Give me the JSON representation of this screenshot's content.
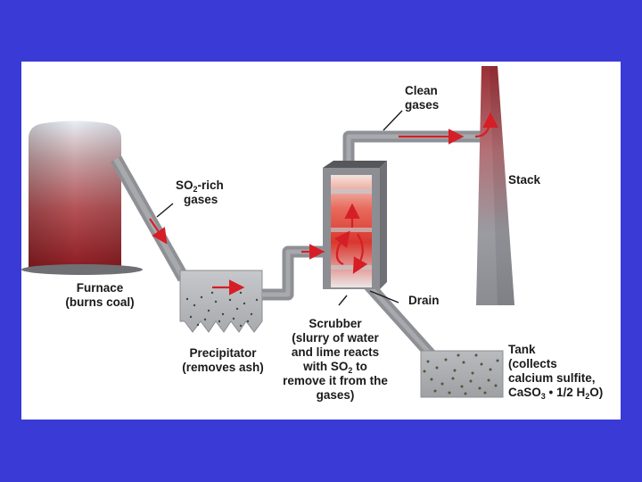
{
  "colors": {
    "background": "#3a3ad6",
    "panel": "#ffffff",
    "flow_arrow": "#d61e26",
    "text": "#1a1a1a"
  },
  "labels": {
    "furnace": [
      "Furnace",
      "(burns coal)"
    ],
    "so2_rich": {
      "prefix": "SO",
      "subscript": "2",
      "suffix": "-rich",
      "line2": "gases"
    },
    "precipitator": [
      "Precipitator",
      "(removes ash)"
    ],
    "scrubber": {
      "0": "Scrubber",
      "1": "(slurry of water",
      "2": "and lime reacts",
      "line4_prefix": "with SO",
      "line4_subscript": "2",
      "line4_suffix": " to",
      "4": "remove it from the",
      "5": "gases)"
    },
    "clean_gases": [
      "Clean",
      "gases"
    ],
    "stack": "Stack",
    "drain": "Drain",
    "tank": {
      "0": "Tank",
      "1": "(collects",
      "2": "calcium sulfite,",
      "line4_prefix": "CaSO",
      "line4_sub1": "3",
      "line4_mid": " • 1/2 H",
      "line4_sub2": "2",
      "line4_suffix": "O)"
    }
  }
}
